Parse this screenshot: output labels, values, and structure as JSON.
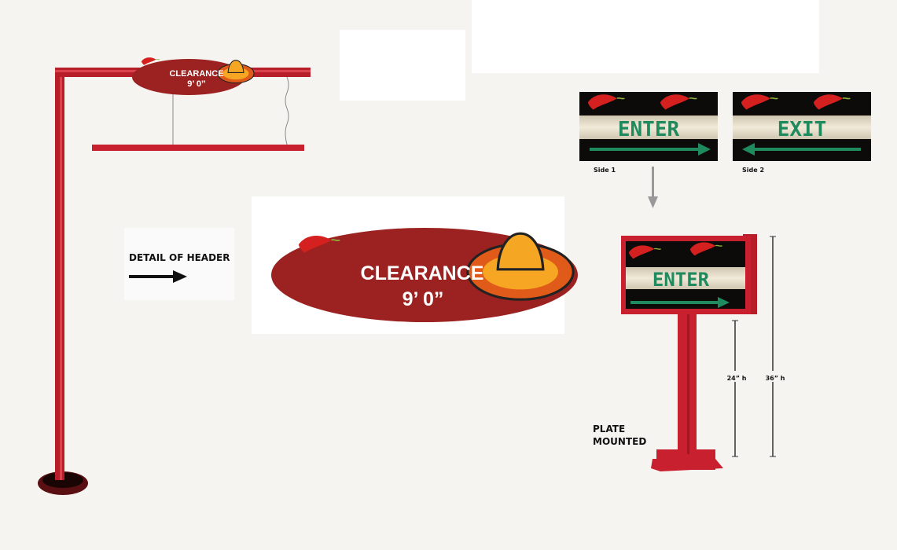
{
  "header_sign": {
    "line1": "CLEARANCE",
    "line2": "9’ 0’’"
  },
  "detail": {
    "label": "DETAIL OF HEADER",
    "line1": "CLEARANCE",
    "line2": "9’ 0”"
  },
  "panels": [
    {
      "sign_text": "ENTER",
      "caption": "Side 1"
    },
    {
      "sign_text": "EXIT",
      "caption": "Side 2"
    }
  ],
  "plate_sign": {
    "sign_text": "ENTER",
    "label_line1": "PLATE",
    "label_line2": "MOUNTED",
    "dim_inner": "24” h",
    "dim_outer": "36” h"
  },
  "colors": {
    "red": "#c8202e",
    "header_oval": "#9b2220",
    "sign_green": "#1f8a5e",
    "sign_black": "#0d0a0a"
  }
}
